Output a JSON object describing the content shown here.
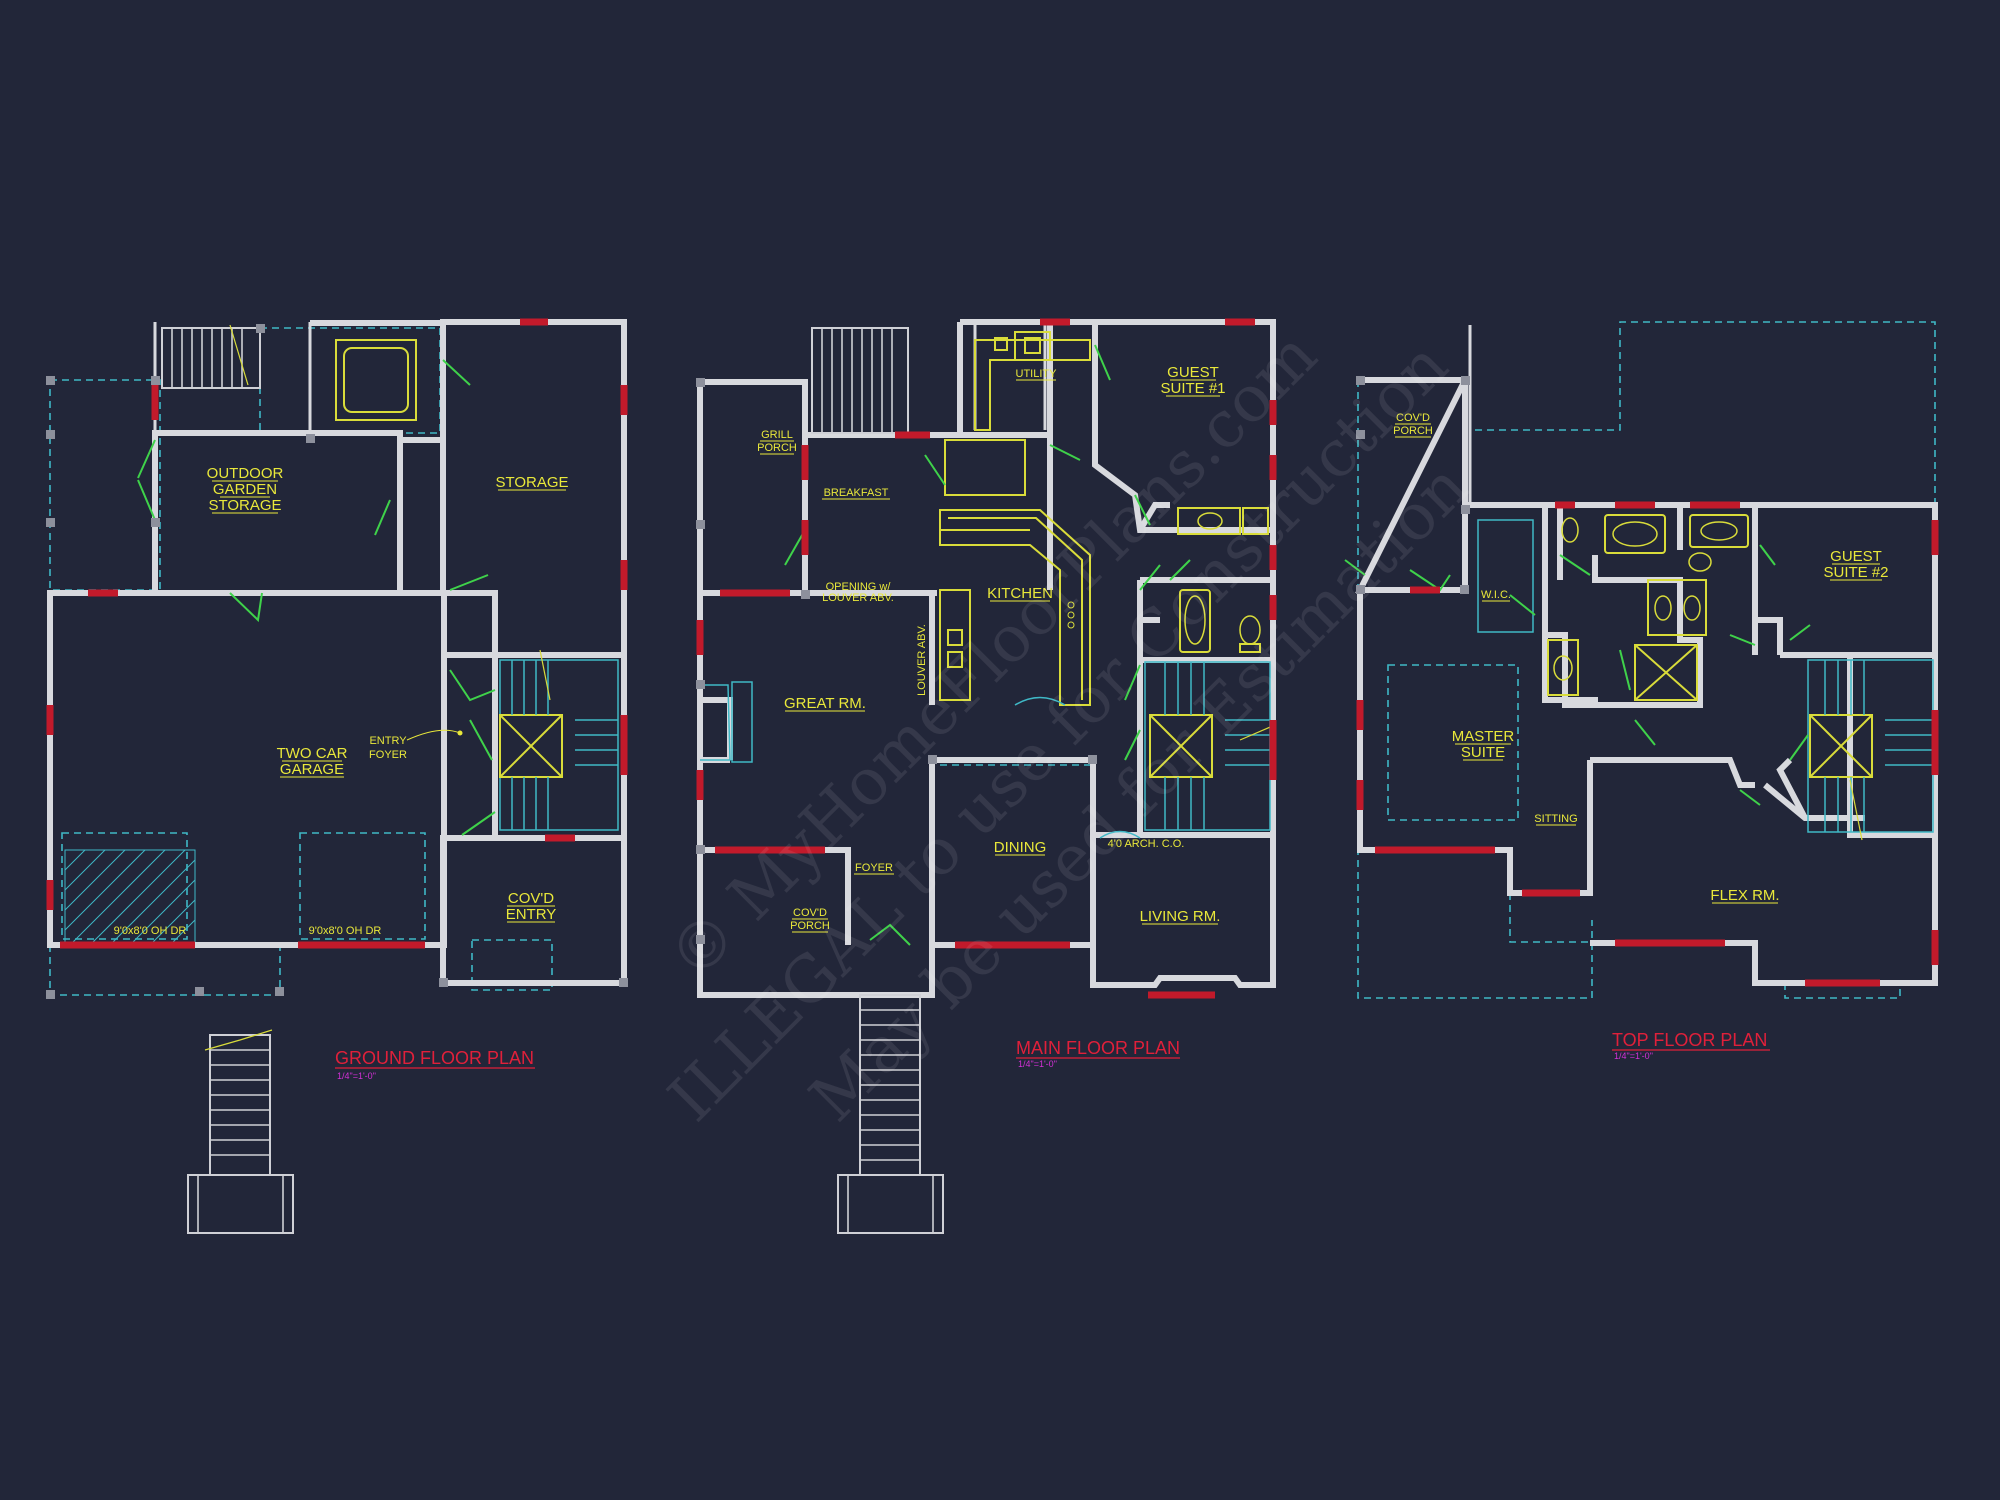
{
  "watermark": {
    "line1": "© MyHomeFloorPlans.com",
    "line2": "ILLEGAL to use for Construction",
    "line3": "May be used for Estimation"
  },
  "ground_floor": {
    "title": "GROUND FLOOR PLAN",
    "scale": "1/4\"=1'-0\"",
    "rooms": {
      "outdoor_garden_storage": [
        "OUTDOOR",
        "GARDEN",
        "STORAGE"
      ],
      "storage": "STORAGE",
      "two_car_garage": [
        "TWO CAR",
        "GARAGE"
      ],
      "entry_foyer": [
        "ENTRY",
        "FOYER"
      ],
      "covd_entry": [
        "COV'D",
        "ENTRY"
      ]
    },
    "door_notes": [
      "9'0x8'0 OH DR",
      "9'0x8'0 OH DR"
    ]
  },
  "main_floor": {
    "title": "MAIN FLOOR PLAN",
    "scale": "1/4\"=1'-0\"",
    "rooms": {
      "grill_porch": [
        "GRILL",
        "PORCH"
      ],
      "utility": "UTILITY",
      "guest_suite_1": [
        "GUEST",
        "SUITE #1"
      ],
      "breakfast": "BREAKFAST",
      "kitchen": "KITCHEN",
      "great_rm": "GREAT RM.",
      "dining": "DINING",
      "foyer": "FOYER",
      "covd_porch": [
        "COV'D",
        "PORCH"
      ],
      "living_rm": "LIVING RM."
    },
    "notes": {
      "opening": [
        "OPENING w/",
        "LOUVER ABV."
      ],
      "louver": "LOUVER ABV.",
      "arch": "4'0 ARCH. C.O."
    }
  },
  "top_floor": {
    "title": "TOP FLOOR PLAN",
    "scale": "1/4\"=1'-0\"",
    "rooms": {
      "covd_porch": [
        "COV'D",
        "PORCH"
      ],
      "wic": "W.I.C.",
      "guest_suite_2": [
        "GUEST",
        "SUITE #2"
      ],
      "master_suite": [
        "MASTER",
        "SUITE"
      ],
      "sitting": "SITTING",
      "flex_rm": "FLEX RM."
    }
  }
}
